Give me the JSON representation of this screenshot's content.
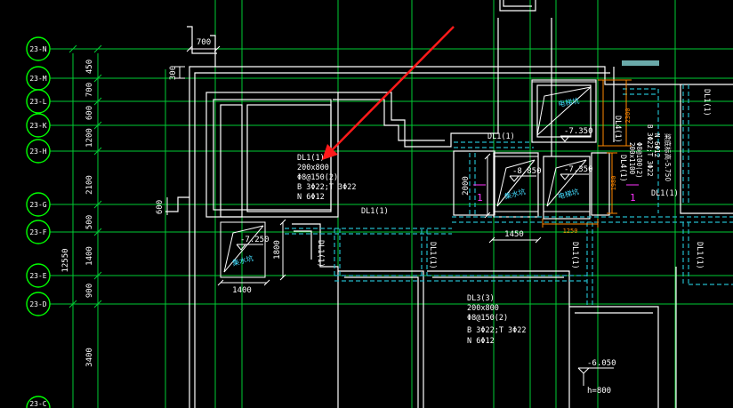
{
  "colors": {
    "background": "#000000",
    "grid_line": "#00cc33",
    "wall_line": "#ffffff",
    "hidden_line": "#22b8c8",
    "annotation_text": "#ffffff",
    "axis_bubble": "#00ff00",
    "red_arrow": "#ff1a1a",
    "orange_dim": "#ff8800",
    "magenta_text": "#ff33ff",
    "cyan_text": "#44ddff"
  },
  "axis_labels": {
    "n": "23-N",
    "m": "23-M",
    "l": "23-L",
    "k": "23-K",
    "h": "23-H",
    "g": "23-G",
    "f": "23-F",
    "e": "23-E",
    "d": "23-D",
    "c": "23-C"
  },
  "left_dims": {
    "d450": "450",
    "d700": "700",
    "d600a": "600",
    "d1200": "1200",
    "d2100": "2100",
    "d500": "500",
    "d1400": "1400",
    "d12550": "12550",
    "d900": "900",
    "d3400": "3400"
  },
  "misc_dims": {
    "top700": "700",
    "d300": "300",
    "d600": "600",
    "d1800": "1800",
    "d1400": "1400",
    "d1450": "1450",
    "d2000": "2000"
  },
  "beam_dl1_main": {
    "line1": "DL1(1)",
    "line2": "200x800",
    "line3": "Φ8@150(2)",
    "line4": "B 3Φ22;T 3Φ22",
    "line5": "N 6Φ12"
  },
  "beam_dl3": {
    "line1": "DL3(3)",
    "line2": "200x800",
    "line3": "Φ8@150(2)",
    "line4": "B 3Φ22;T  3Φ22",
    "line5": "N 6Φ12"
  },
  "beam_tags": {
    "t_mid": "DL1(1)",
    "t_center": "DL1(1)",
    "t_right_top": "DL1(1)",
    "t_right_mid": "DL1(1)",
    "t_dl41": "DL4(1)",
    "t_dl41_b": "DL4(1)",
    "t_v1": "DL1(1)",
    "t_v2": "DL1(1)",
    "t_v3": "DL1(1)",
    "t_v4": "DL1(1)"
  },
  "dl4_detail": {
    "size": "200x1100",
    "stirrup": "Φ8@100(2)",
    "bars": "B 3Φ22;T 3Φ22",
    "waist": "N 6Φ12",
    "note": "梁底标高-5.750"
  },
  "pits": {
    "sump_left_level": "-7.250",
    "sump_left_name": "集水坑",
    "sump_mid_level": "-8.850",
    "sump_mid_name": "集水坑",
    "elevator_mid_level": "-7.350",
    "elevator_mid_name": "电梯坑",
    "elevator_top_level": "-7.350",
    "elevator_top_name": "电梯坑",
    "pit_dim_1250": "1250",
    "pit_dim_2300": "2300",
    "pit_dim_1980": "1980"
  },
  "markers": {
    "one_a": "1",
    "one_b": "1"
  },
  "slab": {
    "level": "-6.050",
    "thickness": "h=800"
  }
}
